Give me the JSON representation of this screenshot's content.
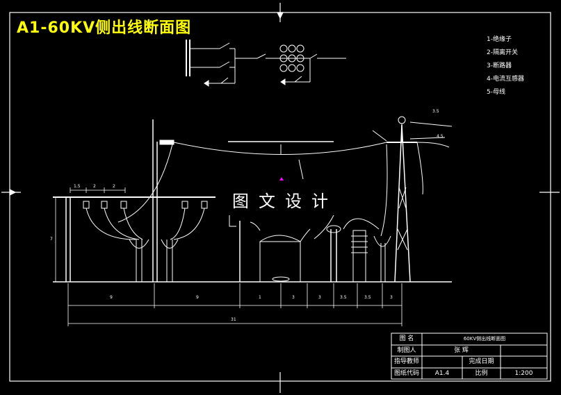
{
  "title": "A1-60KV侧出线断面图",
  "legend": [
    "1-绝缘子",
    "2-隔离开关",
    "3-断路器",
    "4-电流互感器",
    "5-母线"
  ],
  "watermark": "图文设计",
  "title_block": {
    "label_name": "图 名",
    "value_name": "60KV侧出线断面图",
    "label_drawer": "制图人",
    "value_drawer": "张 辉",
    "label_advisor": "指导教师",
    "label_date": "完成日期",
    "label_code": "图纸代码",
    "value_code": "A1.4",
    "label_scale": "比例",
    "value_scale": "1:200"
  },
  "dims": {
    "top": [
      "1.5",
      "2",
      "2"
    ],
    "bottom": [
      "9",
      "9",
      "1",
      "3",
      "3",
      "3.5",
      "3.5",
      "3"
    ],
    "total": "31",
    "side": "7",
    "annot_a": "3.5",
    "annot_b": "4.5"
  },
  "colors": {
    "title": "#ffff00",
    "lines": "#ffffff",
    "marker": "#ff00ff"
  }
}
